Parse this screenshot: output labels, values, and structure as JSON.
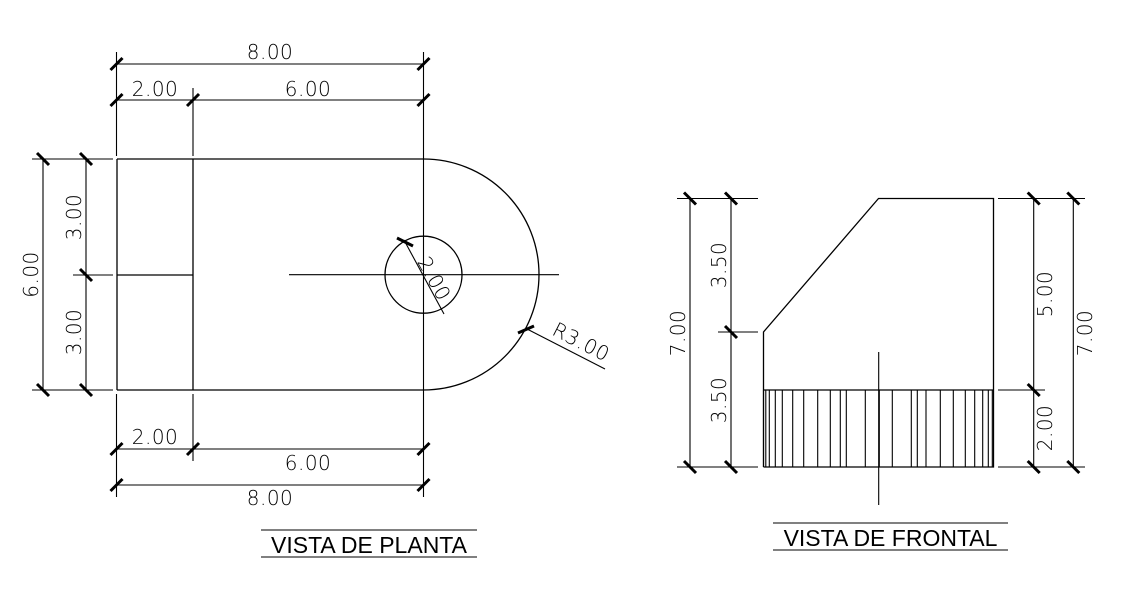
{
  "plan_view": {
    "title": "VISTA DE PLANTA",
    "dims": {
      "top_total": "8.00",
      "top_left": "2.00",
      "top_right": "6.00",
      "bottom_left": "2.00",
      "bottom_right": "6.00",
      "bottom_total": "8.00",
      "left_total": "6.00",
      "left_upper": "3.00",
      "left_lower": "3.00",
      "hole_diameter": "2.00",
      "arc_radius": "R3.00"
    }
  },
  "front_view": {
    "title": "VISTA DE FRONTAL",
    "dims": {
      "left_total": "7.00",
      "left_upper": "3.50",
      "left_lower": "3.50",
      "right_upper": "5.00",
      "right_lower": "2.00",
      "right_total": "7.00"
    },
    "hatch_x": [
      763.5,
      765.8,
      769.3,
      775.3,
      782.3,
      792.7,
      803.7,
      817.7,
      830.3,
      840.3,
      846.3,
      865.3,
      879.3,
      892.3,
      911.3,
      917.3,
      926,
      940.3,
      953.3,
      965.3,
      974.7,
      982.7,
      988.3,
      992.3
    ]
  },
  "colors": {
    "line": "#000000",
    "background": "#ffffff"
  }
}
